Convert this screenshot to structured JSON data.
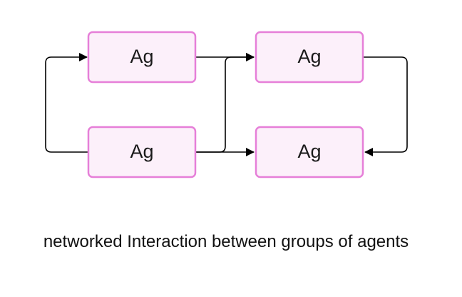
{
  "colors": {
    "node_fill": "#fcf0fa",
    "node_stroke": "#e67fd8",
    "edge": "#000000"
  },
  "nodes": [
    {
      "id": "top-left",
      "label": "Ag"
    },
    {
      "id": "top-right",
      "label": "Ag"
    },
    {
      "id": "bottom-left",
      "label": "Ag"
    },
    {
      "id": "bottom-right",
      "label": "Ag"
    }
  ],
  "edges": [
    {
      "from": "bottom-left",
      "to": "top-left"
    },
    {
      "from": "top-left",
      "to": "top-right"
    },
    {
      "from": "bottom-left",
      "to": "top-right"
    },
    {
      "from": "bottom-left",
      "to": "bottom-right"
    },
    {
      "from": "top-right",
      "to": "bottom-right"
    }
  ],
  "caption": "networked Interaction between groups of agents"
}
